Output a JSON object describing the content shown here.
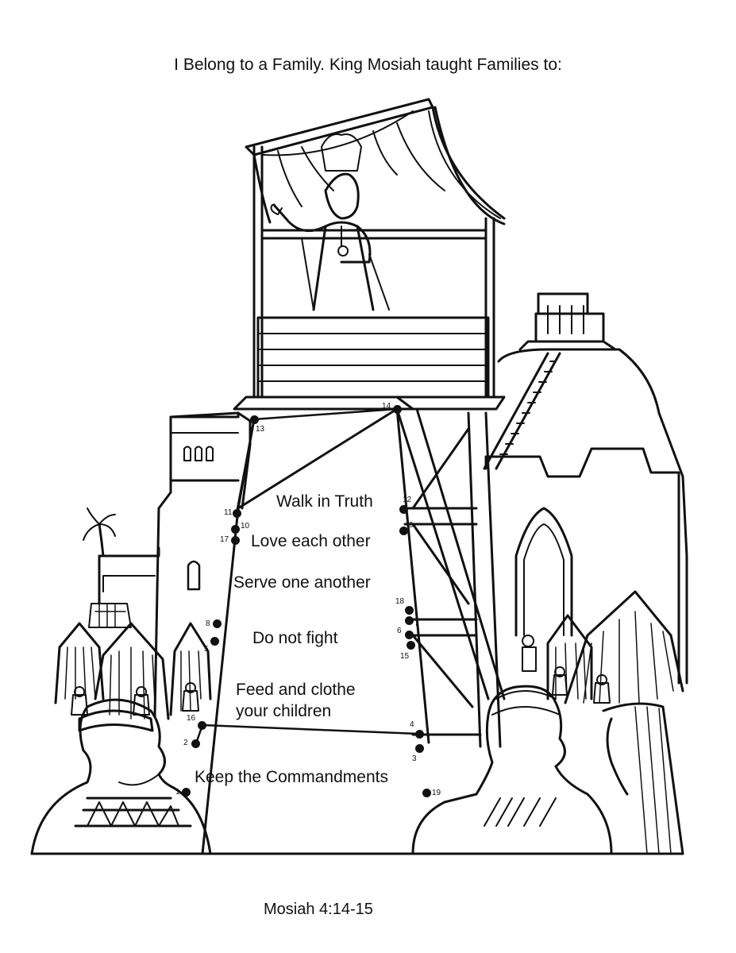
{
  "title": "I Belong to a Family. King Mosiah taught Families to:",
  "phrases": [
    "Walk in Truth",
    "Love each other",
    "Serve one another",
    "Do not fight",
    "Feed and clothe",
    "your children",
    "Keep the Commandments"
  ],
  "scripture_reference": "Mosiah 4:14-15",
  "dots": [
    "1",
    "2",
    "3",
    "4",
    "5",
    "6",
    "7",
    "8",
    "9",
    "10",
    "11",
    "12",
    "13",
    "14",
    "15",
    "16",
    "17",
    "18",
    "19"
  ]
}
